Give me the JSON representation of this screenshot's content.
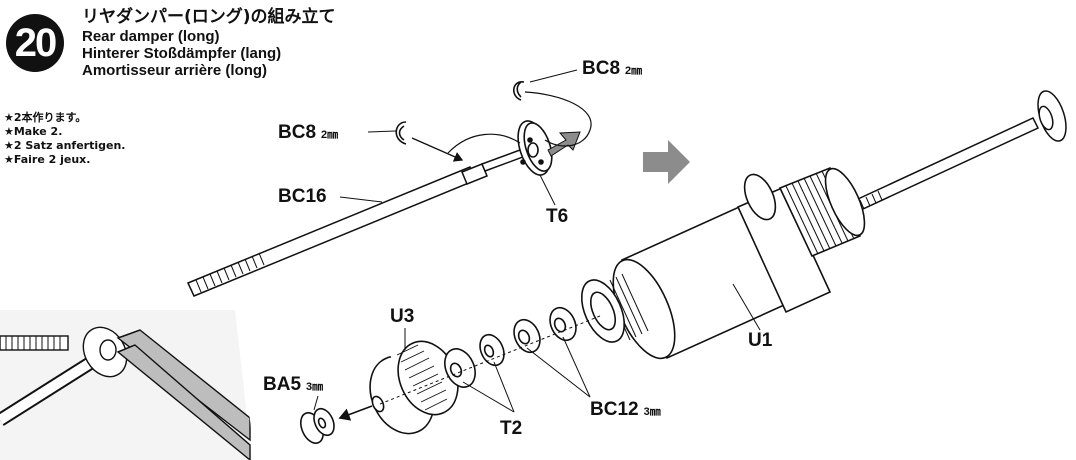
{
  "step": {
    "number": "20",
    "title_jp": "リヤダンパー(ロング)の組み立て",
    "title_en": "Rear damper (long)",
    "title_de": "Hinterer Stoßdämpfer (lang)",
    "title_fr": "Amortisseur arrière (long)"
  },
  "notes": [
    "★2本作ります。",
    "★Make 2.",
    "★2 Satz anfertigen.",
    "★Faire 2 jeux."
  ],
  "labels": {
    "bc8_top": "BC8",
    "bc8_top_size": "2㎜",
    "bc8_left": "BC8",
    "bc8_left_size": "2㎜",
    "bc16": "BC16",
    "t6": "T6",
    "u3": "U3",
    "u1": "U1",
    "ba5": "BA5",
    "ba5_size": "3㎜",
    "t2": "T2",
    "bc12": "BC12",
    "bc12_size": "3㎜"
  },
  "icons": {
    "step_badge": "numbered-circle",
    "process_arrow": "right-arrow",
    "inset": "pliers-holding-rod"
  },
  "colors": {
    "ink": "#111111",
    "arrow": "#8c8c8c",
    "background": "#ffffff"
  }
}
